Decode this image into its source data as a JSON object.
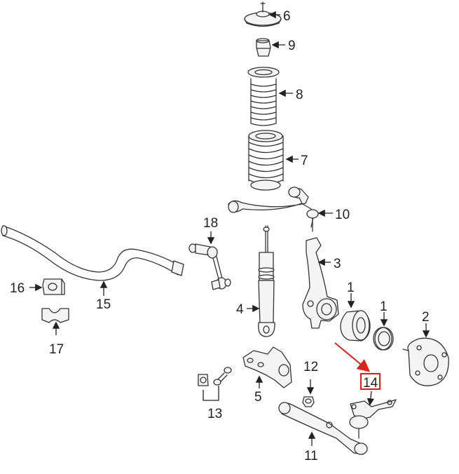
{
  "callouts": {
    "c1a": "1",
    "c1b": "1",
    "c2": "2",
    "c3": "3",
    "c4": "4",
    "c5": "5",
    "c6": "6",
    "c7": "7",
    "c8": "8",
    "c9": "9",
    "c10": "10",
    "c11": "11",
    "c12": "12",
    "c13": "13",
    "c14": "14",
    "c15": "15",
    "c16": "16",
    "c17": "17",
    "c18": "18"
  },
  "highlight": {
    "part": "14",
    "color": "#e0201b"
  },
  "colors": {
    "line": "#333333",
    "label": "#222222"
  }
}
